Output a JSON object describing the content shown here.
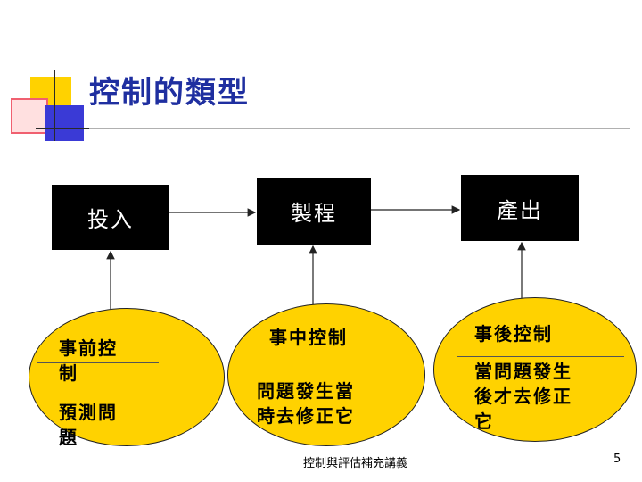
{
  "title": "控制的類型",
  "boxes": {
    "input": "投入",
    "process": "製程",
    "output": "產出"
  },
  "controls": {
    "pre": {
      "heading_line1": "事前控",
      "heading_line2": "制",
      "desc_line1": "預測問",
      "desc_line2": "題"
    },
    "concurrent": {
      "heading": "事中控制",
      "desc_line1": "問題發生當",
      "desc_line2": "時去修正它"
    },
    "post": {
      "heading": "事後控制",
      "desc_line1": "當問題發生",
      "desc_line2": "後才去修正",
      "desc_line3": "它"
    }
  },
  "footer": "控制與評估補充講義",
  "page_number": "5",
  "colors": {
    "title": "#1f2fa0",
    "ellipse_fill": "#ffd200",
    "box_fill": "#000000"
  }
}
